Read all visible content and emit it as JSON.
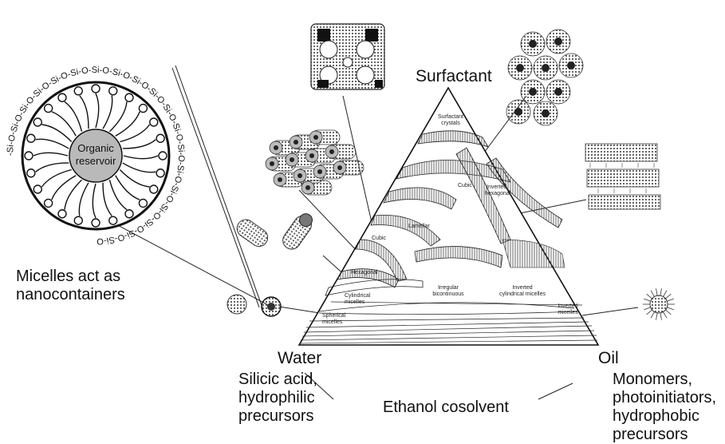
{
  "apex_labels": {
    "top": "Surfactant",
    "left": "Water",
    "right": "Oil"
  },
  "captions": {
    "micelles": [
      "Micelles act as",
      "nanocontainers"
    ],
    "water_side": [
      "Silicic acid,",
      "hydrophilic",
      "precursors"
    ],
    "cosolvent": "Ethanol cosolvent",
    "oil_side": [
      "Monomers,",
      "photoinitiators,",
      "hydrophobic",
      "precursors"
    ]
  },
  "reservoir": {
    "label_lines": [
      "Organic",
      "reservoir"
    ],
    "ring_text": "-Si-O-Si-O-Si-O-Si-O-Si-O-Si-O-Si-O-Si-O-Si-O-Si-O-Si-O-Si-O-Si-O-Si-O-Si-O-Si-O-Si-O-Si-O-Si-O"
  },
  "phases": {
    "surfactant_crystals": [
      "Surfactant",
      "crystals"
    ],
    "cubic_top": "Cubic",
    "inverted_hexagonal": [
      "Inverted",
      "hexagonal"
    ],
    "lamellar": "Lamellar",
    "cubic_left": "Cubic",
    "hexagonal": "Hexagonal",
    "cylindrical_micelles": [
      "Cylindrical",
      "micelles"
    ],
    "irregular_bicontinuous": [
      "Irregular",
      "bicontinuous"
    ],
    "inverted_cylindrical_micelles": [
      "Inverted",
      "cylindrical micelles"
    ],
    "spherical_micelles": [
      "Spherical",
      "micelles"
    ],
    "inverted_micelles": [
      "Inverted",
      "micelles"
    ]
  }
}
